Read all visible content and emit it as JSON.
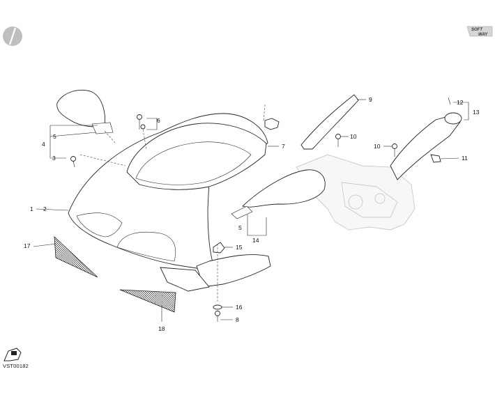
{
  "brand_badge": {
    "line1": "SOFT",
    "line2": "WAY"
  },
  "drawing_code": "VST00182",
  "callouts": [
    {
      "id": "c1",
      "text": "1"
    },
    {
      "id": "c2",
      "text": "2"
    },
    {
      "id": "c3",
      "text": "3"
    },
    {
      "id": "c4",
      "text": "4"
    },
    {
      "id": "c5a",
      "text": "5"
    },
    {
      "id": "c5b",
      "text": "5"
    },
    {
      "id": "c6",
      "text": "6"
    },
    {
      "id": "c7",
      "text": "7"
    },
    {
      "id": "c8",
      "text": "8"
    },
    {
      "id": "c9",
      "text": "9"
    },
    {
      "id": "c10a",
      "text": "10"
    },
    {
      "id": "c10b",
      "text": "10"
    },
    {
      "id": "c11",
      "text": "11"
    },
    {
      "id": "c12",
      "text": "12"
    },
    {
      "id": "c13",
      "text": "13"
    },
    {
      "id": "c14",
      "text": "14"
    },
    {
      "id": "c15",
      "text": "15"
    },
    {
      "id": "c16",
      "text": "16"
    },
    {
      "id": "c17",
      "text": "17"
    },
    {
      "id": "c18",
      "text": "18"
    }
  ]
}
